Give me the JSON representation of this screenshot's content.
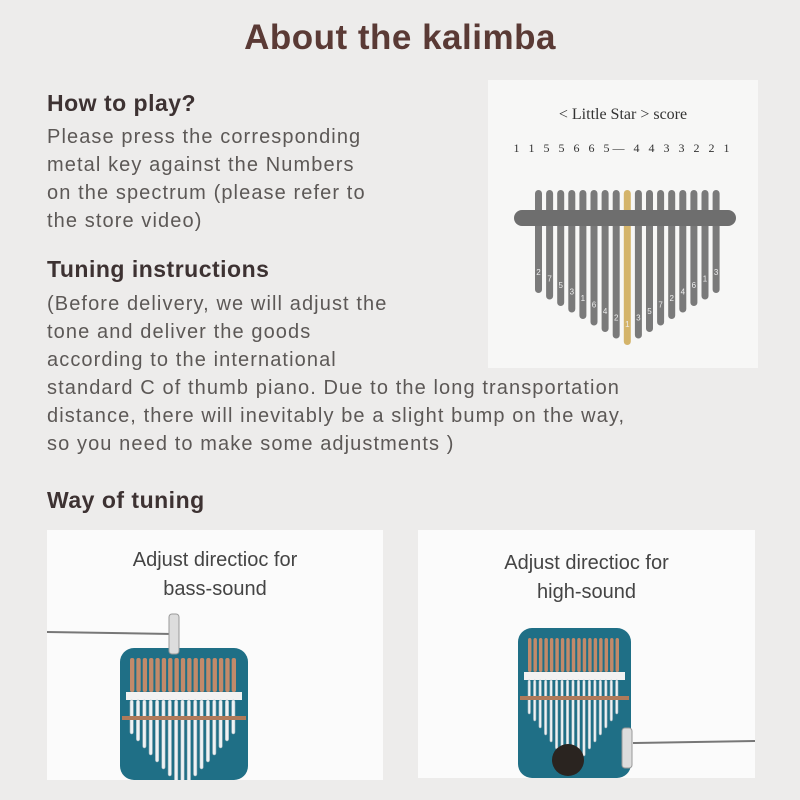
{
  "title": "About the kalimba",
  "how_to_play": {
    "heading": "How to play?",
    "lines": [
      "Please press the corresponding",
      "metal key against the Numbers",
      "on the spectrum  (please refer to",
      "the store video)"
    ]
  },
  "tuning": {
    "heading": "Tuning instructions",
    "lines": [
      "(Before delivery, we will adjust the",
      "tone and deliver the goods",
      "according  to the international",
      "standard C of thumb piano. Due to the long transportation",
      "distance,  there will inevitably be a slight bump on the way,",
      "so you need  to make some adjustments )"
    ]
  },
  "score": {
    "title": "< Little Star > score",
    "notes": "1 1 5 5  6 6 5— 4 4 3 3 2 2 1",
    "key_labels": [
      "2",
      "7",
      "5",
      "3",
      "1",
      "6",
      "4",
      "2",
      "1",
      "3",
      "5",
      "7",
      "2",
      "4",
      "6",
      "1",
      "3"
    ],
    "highlight_color": "#d4b46a",
    "key_color": "#7a7a7a"
  },
  "way_of_tuning": {
    "heading": "Way of tuning",
    "panels": [
      {
        "line1": "Adjust directioc for",
        "line2": "bass-sound"
      },
      {
        "line1": "Adjust directioc for",
        "line2": "high-sound"
      }
    ],
    "body_color": "#1f6f86"
  }
}
